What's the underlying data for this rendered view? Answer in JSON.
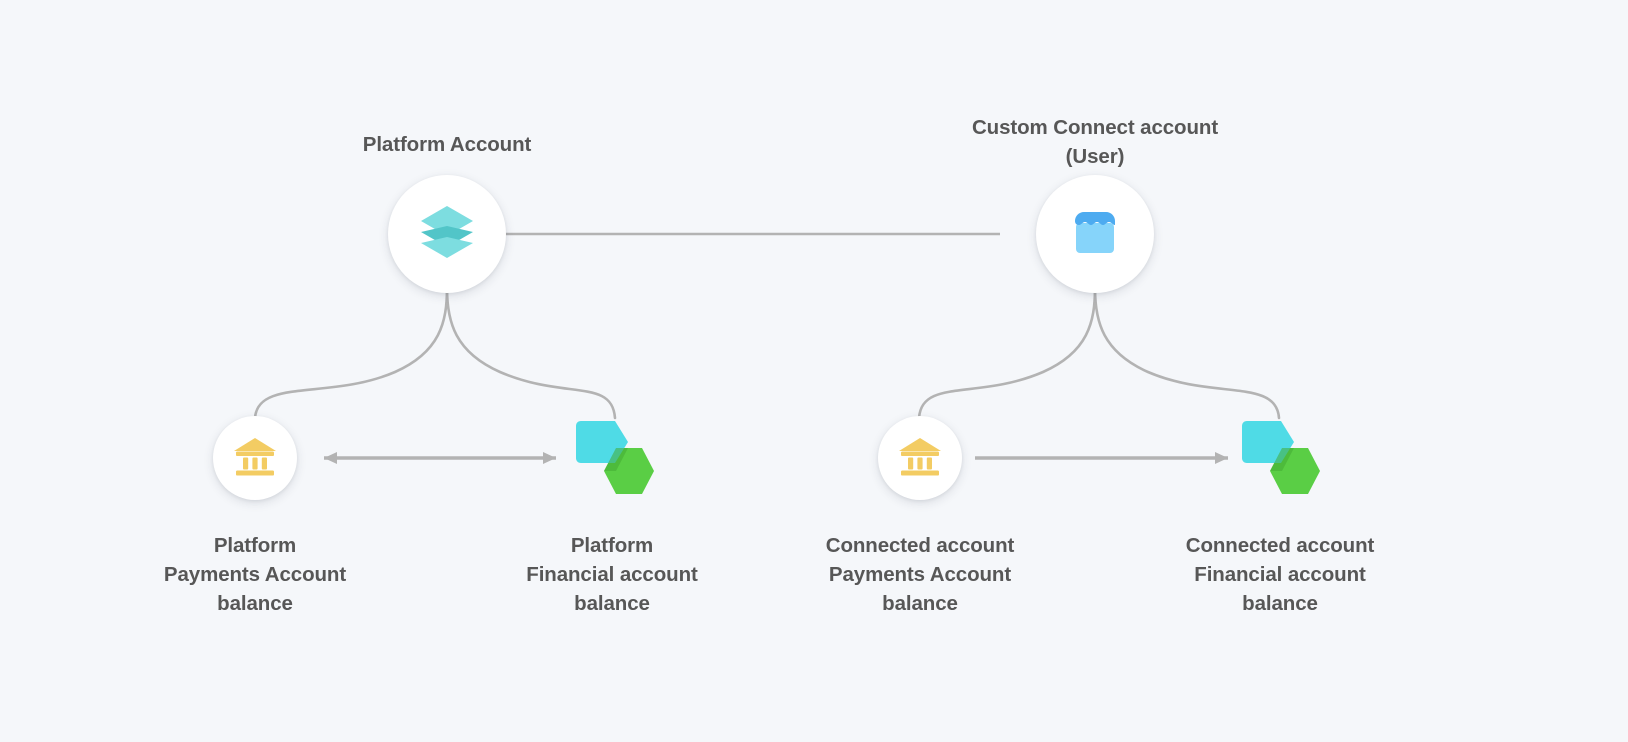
{
  "diagram": {
    "title": "Stripe Connect account balances diagram",
    "background_color": "#f5f7fa",
    "label_color": "#575757",
    "edge_color": "#b0b0b0",
    "groups": [
      {
        "id": "platform",
        "top_label": "Platform Account",
        "top_icon": "layers-stack-icon",
        "top_icon_color": "#6ed9d9",
        "children": [
          {
            "id": "platform-payments",
            "label": "Platform\nPayments Account\nbalance",
            "icon": "bank-icon",
            "icon_color": "#f5cf62"
          },
          {
            "id": "platform-financial",
            "label": "Platform\nFinancial account\nbalance",
            "icon": "financial-account-icon",
            "icon_color": "#4fd9e8"
          }
        ],
        "arrow_direction": "both"
      },
      {
        "id": "connected",
        "top_label": "Custom Connect account\n(User)",
        "top_icon": "storefront-icon",
        "top_icon_color": "#5cc0f5",
        "children": [
          {
            "id": "connected-payments",
            "label": "Connected account\nPayments Account\nbalance",
            "icon": "bank-icon",
            "icon_color": "#f5cf62"
          },
          {
            "id": "connected-financial",
            "label": "Connected account\nFinancial account\nbalance",
            "icon": "financial-account-icon",
            "icon_color": "#4fd9e8"
          }
        ],
        "arrow_direction": "right"
      }
    ],
    "connector_between_groups": "platform-to-connected-line"
  }
}
